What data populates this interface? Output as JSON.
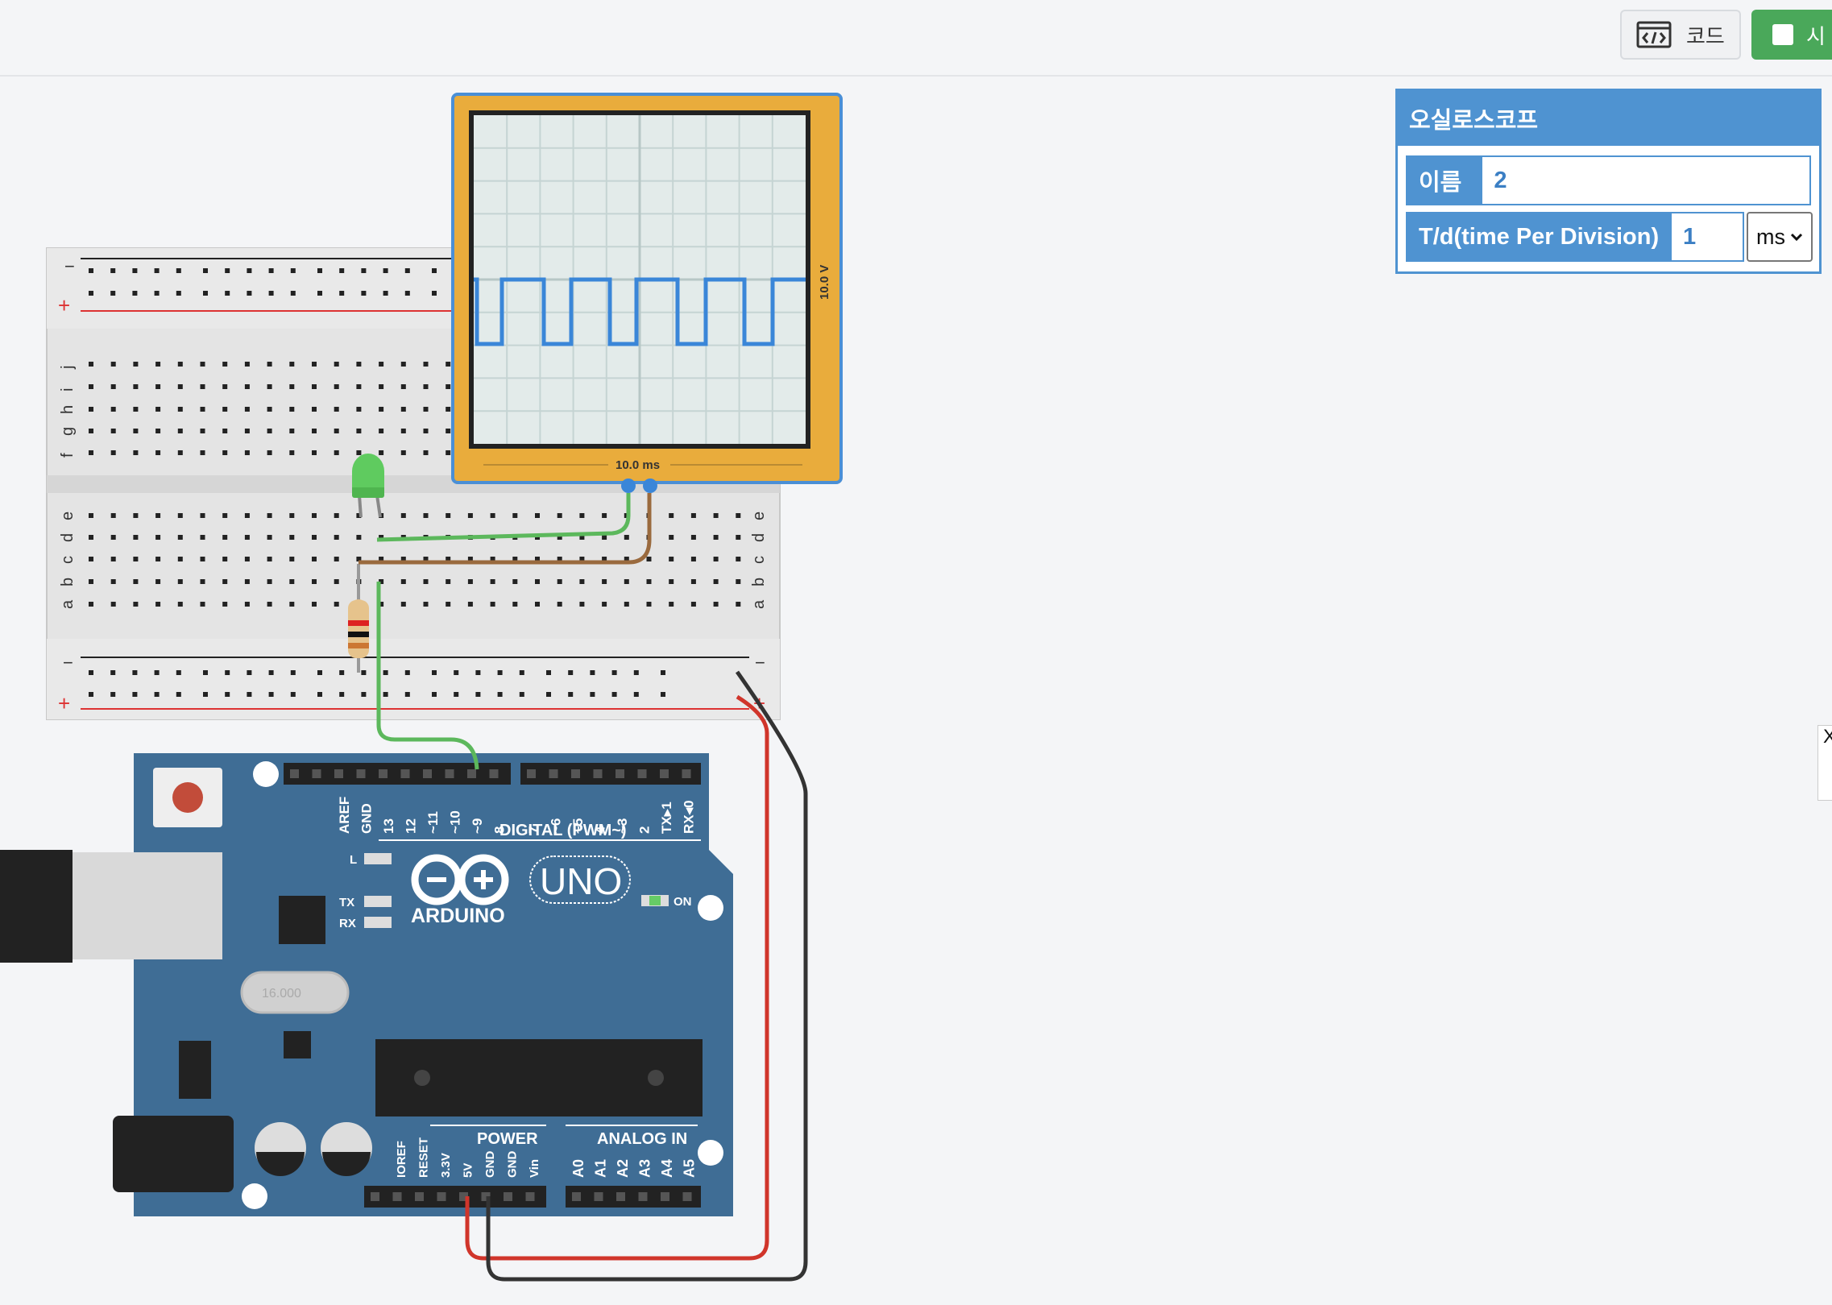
{
  "toolbar": {
    "code_label": "코드",
    "simulate_label": "시"
  },
  "panel": {
    "title": "오실로스코프",
    "name_label": "이름",
    "name_value": "2",
    "td_label": "T/d(time Per Division)",
    "td_value": "1",
    "td_unit": "ms"
  },
  "oscilloscope": {
    "voltage_label": "10.0 V",
    "time_label": "10.0 ms"
  },
  "breadboard": {
    "row_letters_top": [
      "j",
      "i",
      "h",
      "g",
      "f"
    ],
    "row_letters_bottom": [
      "e",
      "d",
      "c",
      "b",
      "a"
    ],
    "minus": "−",
    "plus": "+"
  },
  "arduino": {
    "digital_pins": [
      "AREF",
      "GND",
      "13",
      "12",
      "~11",
      "~10",
      "~9",
      "8",
      "7",
      "~6",
      "~5",
      "4",
      "~3",
      "2",
      "TX▸1",
      "RX◂0"
    ],
    "digital_title": "DIGITAL (PWM~)",
    "brand": "ARDUINO",
    "model": "UNO",
    "on_label": "ON",
    "l_label": "L",
    "tx_label": "TX",
    "rx_label": "RX",
    "power_title": "POWER",
    "analog_title": "ANALOG IN",
    "power_pins": [
      "IOREF",
      "RESET",
      "3.3V",
      "5V",
      "GND",
      "GND",
      "Vin"
    ],
    "analog_pins": [
      "A0",
      "A1",
      "A2",
      "A3",
      "A4",
      "A5"
    ],
    "crystal_label": "16.000"
  },
  "edge_tab_label": "X"
}
